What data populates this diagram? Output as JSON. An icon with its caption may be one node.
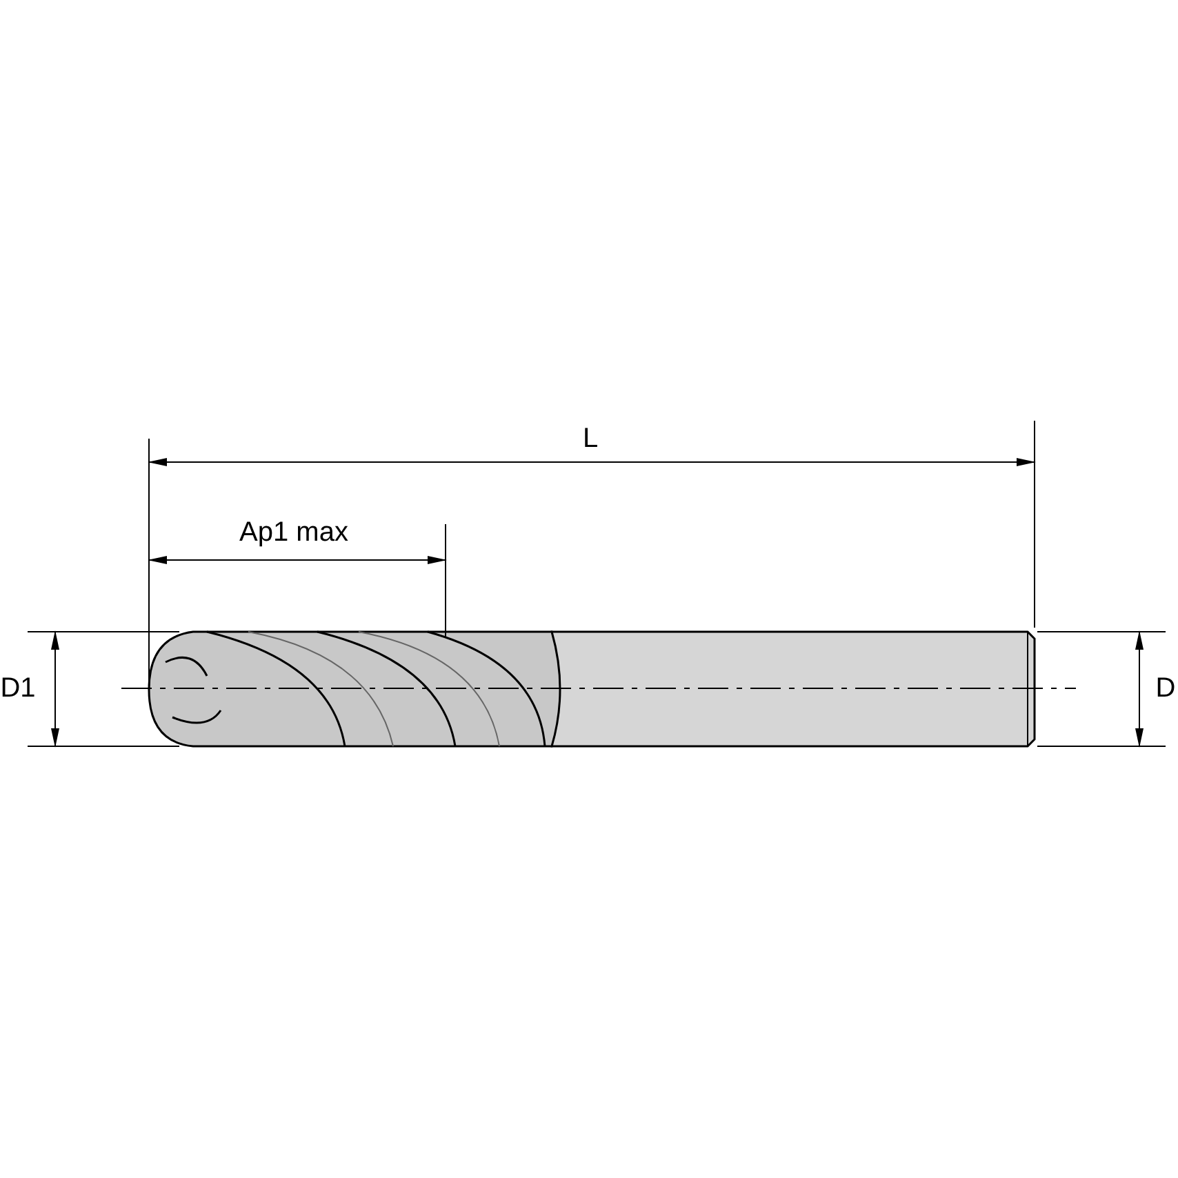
{
  "diagram": {
    "labels": [
      "L",
      "Ap1 max",
      "D1",
      "D"
    ]
  }
}
